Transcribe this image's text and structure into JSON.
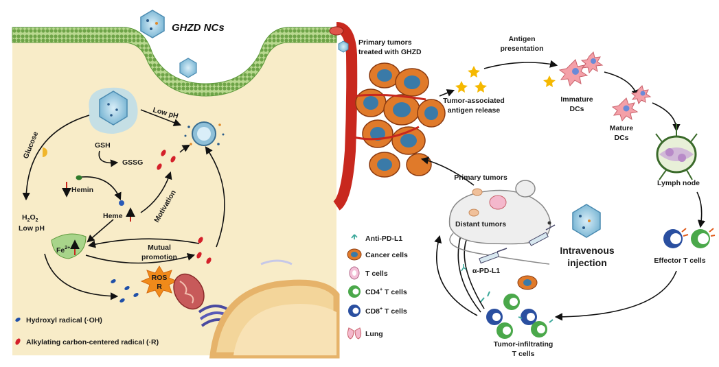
{
  "left_panel": {
    "title": "GHZD NCs",
    "labels": {
      "low_ph": "Low pH",
      "glucose": "Glucose",
      "gsh": "GSH",
      "gssg": "GSSG",
      "hemin": "Hemin",
      "heme": "Heme",
      "motivation": "Motivation",
      "h2o2": "H",
      "h2o2_sub": "2",
      "h2o2_o": "O",
      "h2o2_sub2": "2",
      "low_ph_2": "Low pH",
      "fe": "Fe",
      "fe_sup": "2+",
      "mutual_1": "Mutual",
      "mutual_2": "promotion",
      "ros": "ROS",
      "ros_r": "R"
    },
    "legend": [
      {
        "label": "Hydroxyl radical (·OH)",
        "color": "#1f4fa8"
      },
      {
        "label": "Alkylating carbon-centered radical (·R)",
        "color": "#d4202a"
      }
    ]
  },
  "right_panel": {
    "labels": {
      "primary_treated_1": "Primary tumors",
      "primary_treated_2": "treated with GHZD",
      "antigen_pres_1": "Antigen",
      "antigen_pres_2": "presentation",
      "taa_1": "Tumor-associated",
      "taa_2": "antigen release",
      "immature_1": "Immature",
      "immature_2": "DCs",
      "mature_1": "Mature",
      "mature_2": "DCs",
      "lymph": "Lymph node",
      "primary_tumors": "Primary tumors",
      "distant_tumors": "Distant tumors",
      "iv_1": "Intravenous",
      "iv_2": "injection",
      "effector": "Effector T cells",
      "apdl1": "α-PD-L1",
      "til_1": "Tumor-infiltrating",
      "til_2": "T cells"
    },
    "legend": [
      {
        "label": "Anti-PD-L1",
        "icon": "antibody-icon"
      },
      {
        "label": "Cancer cells",
        "icon": "cancer-cell-icon"
      },
      {
        "label": "T cells",
        "icon": "t-cell-icon"
      },
      {
        "label": "CD4",
        "sup": "+",
        "rest": " T cells",
        "icon": "cd4-cell-icon"
      },
      {
        "label": "CD8",
        "sup": "+",
        "rest": " T cells",
        "icon": "cd8-cell-icon"
      },
      {
        "label": "Lung",
        "icon": "lung-icon"
      }
    ]
  },
  "colors": {
    "cytoplasm": "#f8ecc8",
    "membrane": "#8ec06a",
    "vessel": "#c8281e",
    "tumor": "#e07a2a",
    "cd4": "#4aa84a",
    "cd8": "#2a4fa0",
    "red_radical": "#d4202a",
    "blue_radical": "#1f4fa8"
  }
}
